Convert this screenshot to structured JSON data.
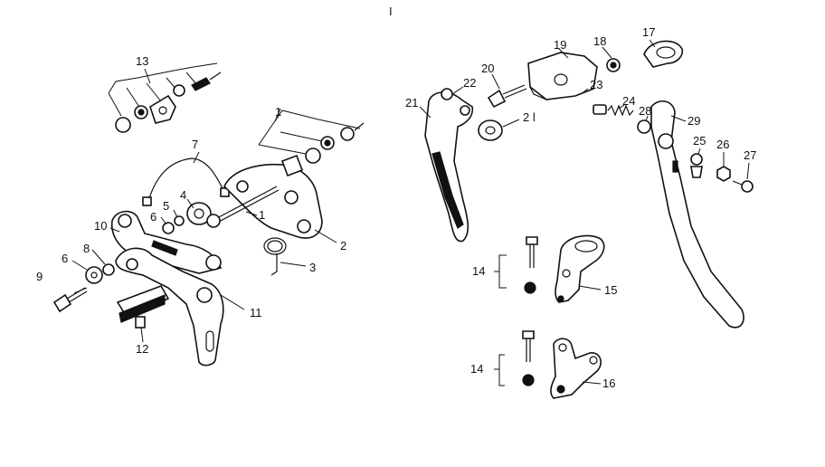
{
  "diagram": {
    "marker_top": "I",
    "labels": {
      "l1a": "1",
      "l1b": "1",
      "l2": "2",
      "l3": "3",
      "l4": "4",
      "l5": "5",
      "l6a": "6",
      "l6b": "6",
      "l7": "7",
      "l8": "8",
      "l9": "9",
      "l10": "10",
      "l11": "11",
      "l12": "12",
      "l13": "13",
      "l14a": "14",
      "l14b": "14",
      "l15": "15",
      "l16": "16",
      "l17": "17",
      "l18": "18",
      "l19": "19",
      "l20": "20",
      "l21": "21",
      "l22": "22",
      "l22b": "2 l",
      "l23": "23",
      "l24": "24",
      "l25": "25",
      "l26": "26",
      "l27": "27",
      "l28": "28",
      "l29": "29"
    }
  }
}
